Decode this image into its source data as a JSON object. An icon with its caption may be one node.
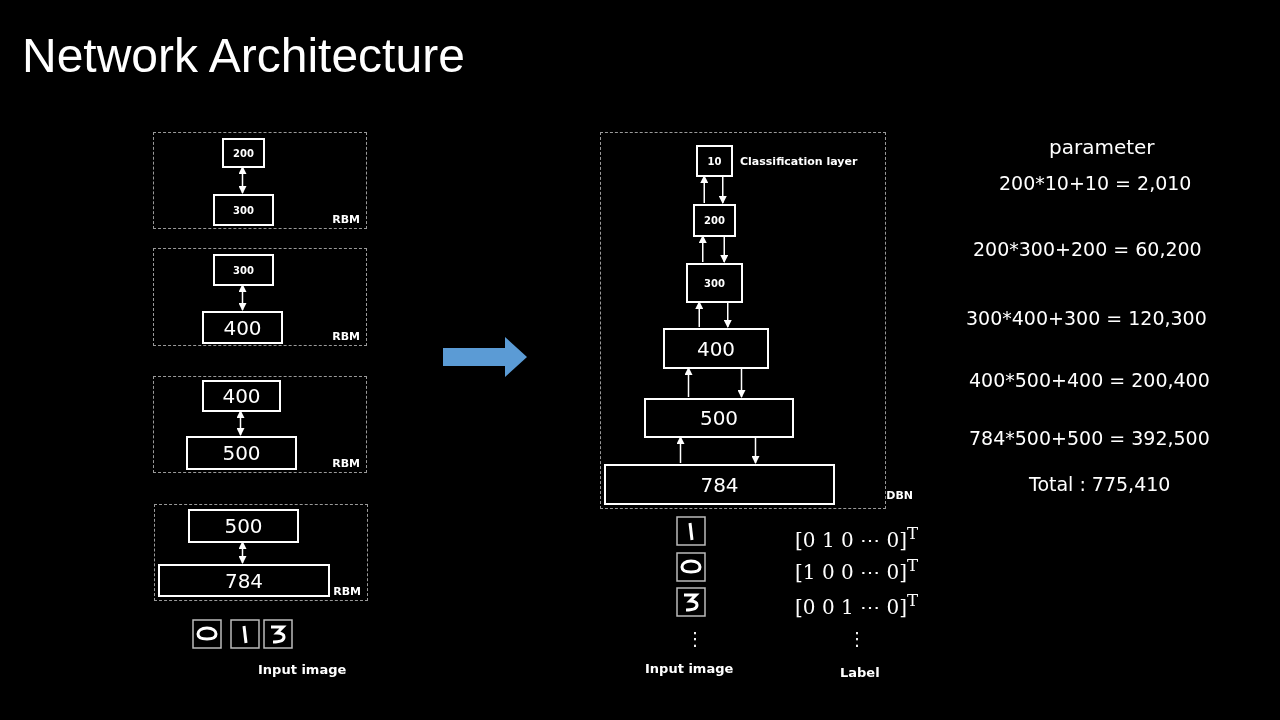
{
  "diagram": {
    "title": "Network Architecture",
    "nodes": [
      {
        "text": [
          "RBM"
        ]
      },
      {
        "text": [
          "200"
        ],
        "in": 0
      },
      {
        "text": [
          "300"
        ],
        "in": 0
      },
      {
        "text": [
          "RBM"
        ]
      },
      {
        "text": [
          "300"
        ],
        "in": 3
      },
      {
        "text": [
          "400"
        ],
        "in": 3
      },
      {
        "text": [
          "RBM"
        ]
      },
      {
        "text": [
          "400"
        ],
        "in": 6
      },
      {
        "text": [
          "500"
        ],
        "in": 6
      },
      {
        "text": [
          "RBM"
        ]
      },
      {
        "text": [
          "500"
        ],
        "in": 9
      },
      {
        "text": [
          "784"
        ],
        "in": 9
      },
      {
        "text": [
          "DBN"
        ]
      },
      {
        "text": [
          "10"
        ],
        "in": 12,
        "beside": [
          "Classification layer"
        ]
      },
      {
        "text": [
          "200"
        ],
        "in": 12
      },
      {
        "text": [
          "300"
        ],
        "in": 12
      },
      {
        "text": [
          "400"
        ],
        "in": 12
      },
      {
        "text": [
          "500"
        ],
        "in": 12
      },
      {
        "text": [
          "784"
        ],
        "in": 12
      }
    ],
    "edges": [
      {
        "from": 1,
        "to": 2,
        "arrow": "both"
      },
      {
        "from": 4,
        "to": 5,
        "arrow": "both"
      },
      {
        "from": 7,
        "to": 8,
        "arrow": "both"
      },
      {
        "from": 10,
        "to": 11,
        "arrow": "both"
      },
      {
        "from": 14,
        "to": 13,
        "arrow": "to"
      },
      {
        "from": 13,
        "to": 14,
        "arrow": "to"
      },
      {
        "from": 15,
        "to": 14,
        "arrow": "to"
      },
      {
        "from": 14,
        "to": 15,
        "arrow": "to"
      },
      {
        "from": 16,
        "to": 15,
        "arrow": "to"
      },
      {
        "from": 15,
        "to": 16,
        "arrow": "to"
      },
      {
        "from": 17,
        "to": 16,
        "arrow": "to"
      },
      {
        "from": 16,
        "to": 17,
        "arrow": "to"
      },
      {
        "from": 18,
        "to": 17,
        "arrow": "to"
      },
      {
        "from": 17,
        "to": 18,
        "arrow": "to"
      }
    ],
    "labels": [
      "Input image",
      "[0 1 0 ⋯ 0]$^{T}$",
      "[1 0 0 ⋯ 0]$^{T}$",
      "[0 0 1 ⋯ 0]$^{T}$",
      "⋮",
      "⋮",
      "Input image",
      "Label",
      "parameter",
      "200*10+10 = 2,010",
      "200*300+200 = 60,200",
      "300*400+300 = 120,300",
      "400*500+400 = 200,400",
      "784*500+500 = 392,500",
      "Total : 775,410"
    ]
  }
}
